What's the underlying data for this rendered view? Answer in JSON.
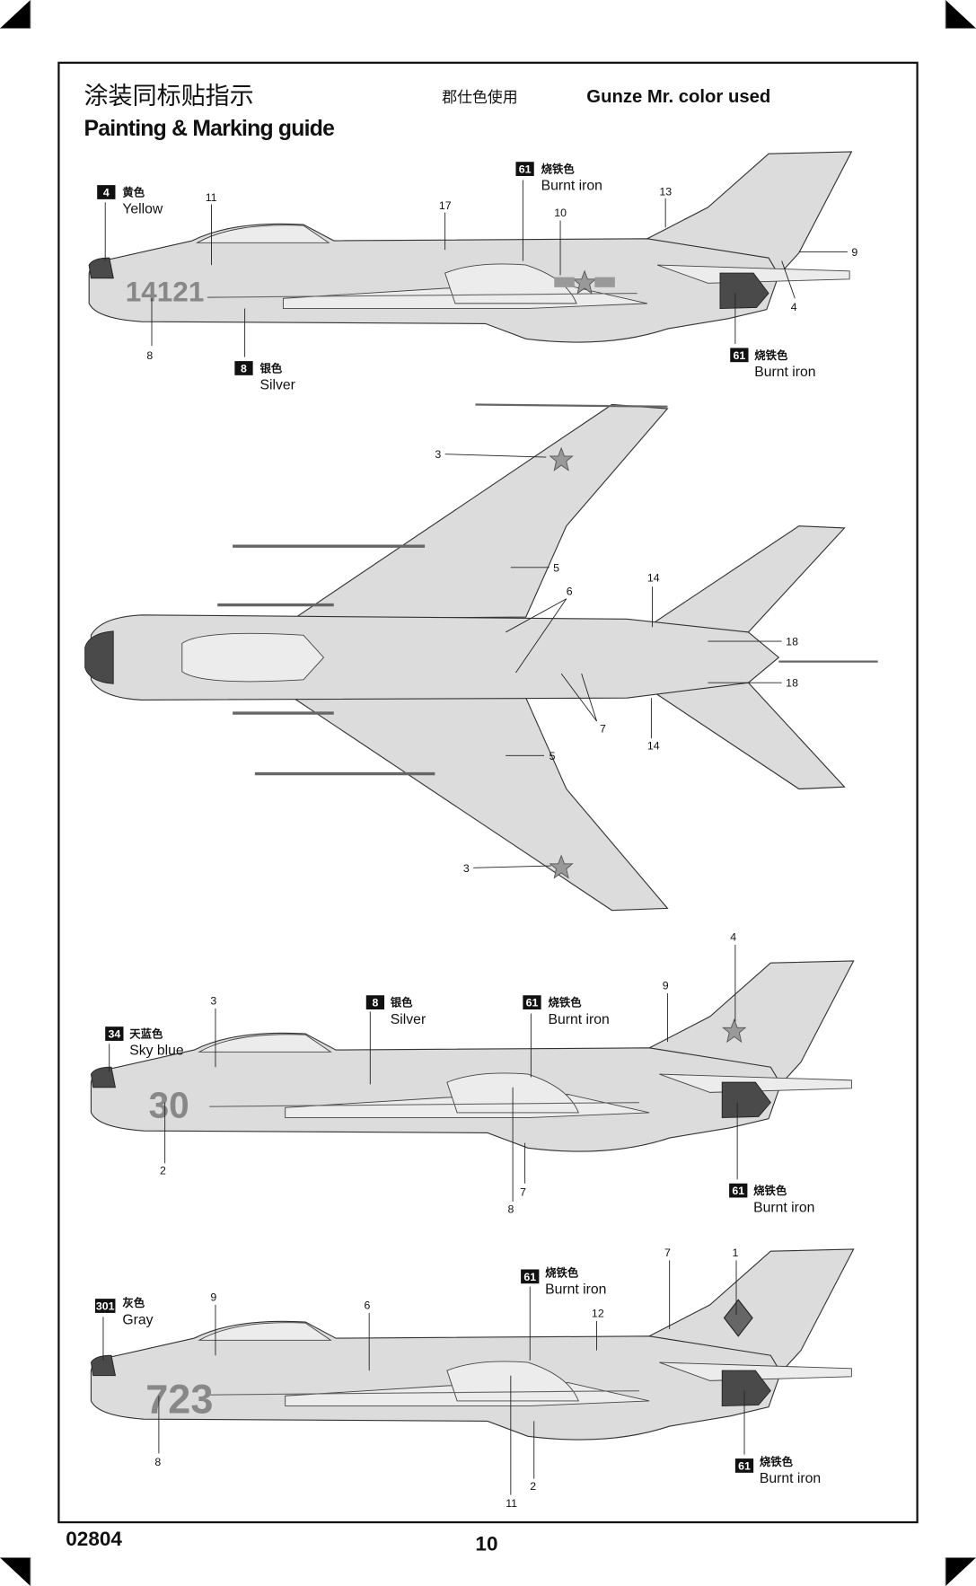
{
  "header": {
    "title_cn": "涂装同标贴指示",
    "title_en": "Painting & Marking guide",
    "paint_brand_cn": "郡仕色使用",
    "paint_brand_en": "Gunze Mr. color used"
  },
  "colors": {
    "c4": {
      "code": "4",
      "cn": "黄色",
      "en": "Yellow"
    },
    "c8": {
      "code": "8",
      "cn": "银色",
      "en": "Silver"
    },
    "c61": {
      "code": "61",
      "cn": "烧铁色",
      "en": "Burnt iron"
    },
    "c34": {
      "code": "34",
      "cn": "天蓝色",
      "en": "Sky blue"
    },
    "c301": {
      "code": "301",
      "cn": "灰色",
      "en": "Gray"
    }
  },
  "profile1": {
    "marking": "14121",
    "callouts": [
      "11",
      "17",
      "10",
      "13",
      "9",
      "4",
      "8"
    ]
  },
  "topview": {
    "callouts": [
      "3",
      "5",
      "6",
      "14",
      "18",
      "18",
      "7",
      "14",
      "5",
      "3"
    ]
  },
  "profile3": {
    "marking": "30",
    "callouts": [
      "4",
      "9",
      "3",
      "2",
      "7",
      "8"
    ]
  },
  "profile4": {
    "marking": "723",
    "callouts": [
      "7",
      "1",
      "9",
      "6",
      "12",
      "8",
      "2",
      "11"
    ]
  },
  "footer": {
    "kit_number": "02804",
    "page_number": "10"
  }
}
